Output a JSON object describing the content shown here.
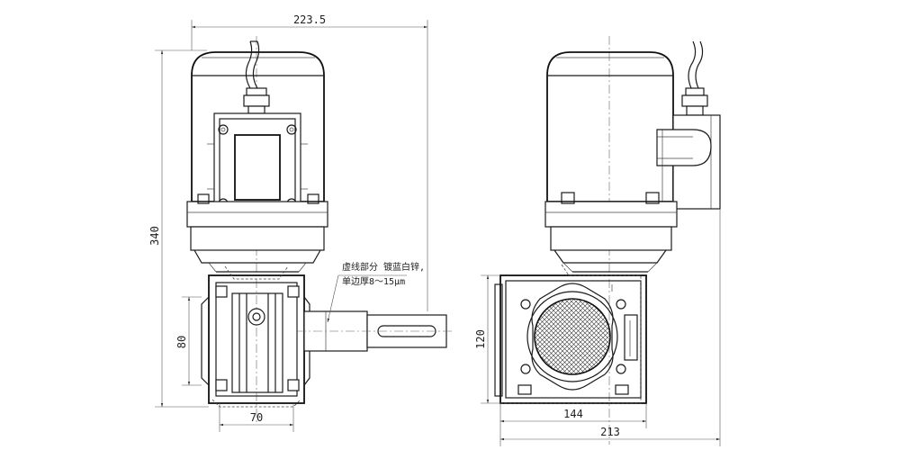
{
  "drawing": {
    "dimensions": {
      "overall_width_front": "223.5",
      "overall_height": "340",
      "housing_height": "80",
      "housing_width": "70",
      "flange_width_side": "144",
      "overall_width_side": "213",
      "flange_height_side": "120"
    },
    "note": {
      "line1": "虚线部分 镀蓝白锌,",
      "line2": "单边厚8～15μm"
    }
  }
}
